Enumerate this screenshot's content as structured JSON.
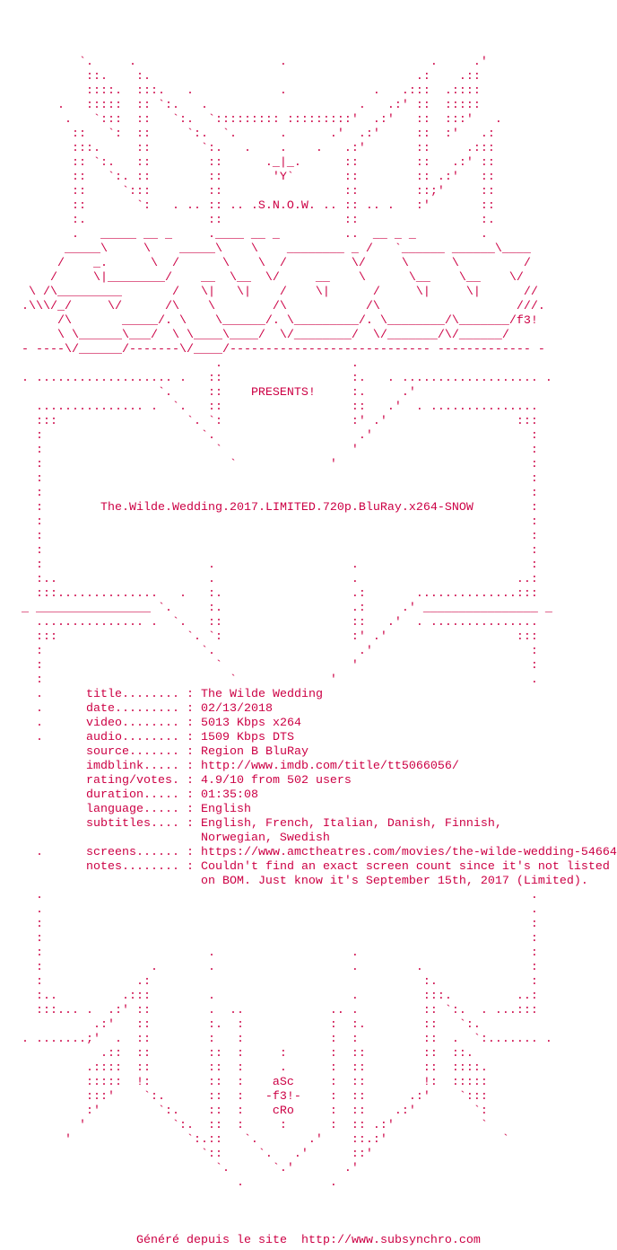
{
  "colors": {
    "text": "#cc0044",
    "background": "#ffffff"
  },
  "art": {
    "top_lines": [
      "           `.     .                    .                    .     .'",
      "            ::.    :.                                     .:    .::",
      "            ::::.  :::.   .            .            .   .:::  .::::",
      "        .   :::::  :: `:.   .                     .   .:' ::  :::::",
      "         .   `:::  ::   `:.  `::::::::: :::::::::'  .:'   ::  :::'   .",
      "          ::   `:  ::     `:.  `.      .      .'  .:'     ::  :'   .:",
      "          :::.     ::       `:.   .    .    .   .:'       ::     .:::",
      "          :: `:.   ::        ::      ._|_.      ::        ::   .:' ::",
      "          ::   `:. ::        ::       'Y`       ::        :: .:'   ::",
      "          ::     `:::        ::                 ::        ::;'     ::",
      "          ::       `:   . .. :: .. .S.N.O.W. .. :: .. .   :'       ::",
      "          :.                 ::                 ::                 :.",
      "          .   _____ __ _     .____ __ _         ..  __ _ _         .",
      "         _____\\     \\    _____\\    \\    ________ _ /   `______ ______\\____",
      "        /    _.      \\  /      \\    \\  /         \\/     \\      \\         /",
      "       /     \\|________/    __  \\__  \\/     __    \\      \\__    \\__    \\/",
      "    \\ /\\_________       /   \\|   \\|    /    \\|      /     \\|     \\|      //",
      "   .\\\\\\/_/     \\/      /\\    \\        /\\           /\\                   ///.",
      "        /\\       _____/. \\    \\______/. \\_________/. \\________/\\_______/f3!",
      "        \\ \\______\\___/  \\ \\____\\____/  \\/________/  \\/_______/\\/______/",
      "   - ----\\/______/-------\\/____/---------------------------- ------------- -",
      "                              .                  .",
      "   . ................... .   ::                  :.   . ................... ."
    ],
    "presents_line": {
      "prefix": "                      `.     ::    ",
      "text": "PRESENTS!",
      "suffix": "     :.     .'"
    },
    "mid_lines": [
      "     ............... .  `.   ::                  ::   .'  . ...............",
      "     :::                  `. `:                  :' .'                  :::",
      "     :                      `.                    .'                      :",
      "     :                        `                  '                        :",
      "     :                          `             '                           :",
      "     :                                                                    :",
      "     :                                                                    :"
    ],
    "release_line": {
      "prefix": "     :        ",
      "name": "The.Wilde.Wedding.2017.LIMITED.720p.BluRay.x264-SNOW",
      "suffix": "        :"
    },
    "box_lines": [
      "     :                                                                    :",
      "     :                                                                    :",
      "     :                                                                    :",
      "     :                       .                   .                        :",
      "     :..                     .                   .                      ..:",
      "     :::..............   .   :.                  .:       ..............:::",
      "   _ ________________ `.     :.                  .:     .' ________________ _",
      "     ............... .  `.   ::                  ::   .'  . ...............",
      "     :::                  `. `:                  :' .'                  :::",
      "     :                      `.                    .'                      :",
      "     :                        `                  '                        :",
      "     :                          `             '                           ."
    ],
    "bottom_lines": [
      "     .                                                                    .",
      "     .                                                                    .",
      "     :                                                                    :",
      "     :                                                                    :",
      "     :                       .                   .                        :",
      "     :               .       .                   .        .               :",
      "     :             .:                                      :.             :",
      "     :..         .:::        .                   .         :::.         ..:",
      "     :::... .  .:' ::        .  ..            .. .         :: `:.  . ...:::",
      "             .:'   ::        :.  :            :  :.        ::   `:.",
      "   . .......;'  .  ::        :   :            :  :         ::  .  `:....... .",
      "              .::  ::        ::  :     :      :  ::        ::  ::.",
      "            .::::  ::        ::  :     .      :  ::        ::  ::::.",
      "            :::::  !:        ::  :    aSc     :  ::        !:  :::::",
      "            :::'    `:.      ::  :   -f3!-    :  ::      .:'    `:::",
      "            :'        `:.    ::  :    cRo     :  ::    .:'        `:",
      "           '            `:.  ::  :     :      :  :: .:'            `",
      "         '                `:.::   `.       .'    ::.:'                `",
      "                            `::     `.   .'      ::'",
      "                              `.      `.'       .'",
      "                                 .            ."
    ]
  },
  "info": {
    "separator": " : ",
    "bullet": ".",
    "fields": [
      {
        "label": "title........",
        "value": "The Wilde Wedding",
        "bullet": true
      },
      {
        "label": "date.........",
        "value": "02/13/2018",
        "bullet": true
      },
      {
        "label": "video........",
        "value": "5013 Kbps x264",
        "bullet": true
      },
      {
        "label": "audio........",
        "value": "1509 Kbps DTS",
        "bullet": true
      },
      {
        "label": "source.......",
        "value": "Region B BluRay",
        "bullet": false
      },
      {
        "label": "imdblink.....",
        "value": "http://www.imdb.com/title/tt5066056/",
        "bullet": false
      },
      {
        "label": "rating/votes.",
        "value": "4.9/10 from 502 users",
        "bullet": false
      },
      {
        "label": "duration.....",
        "value": "01:35:08",
        "bullet": false
      },
      {
        "label": "language.....",
        "value": "English",
        "bullet": false
      },
      {
        "label": "subtitles....",
        "value": "English, French, Italian, Danish, Finnish,",
        "continuation": "Norwegian, Swedish",
        "bullet": false
      },
      {
        "label": "screens......",
        "value": "https://www.amctheatres.com/movies/the-wilde-wedding-54664",
        "bullet": true
      },
      {
        "label": "notes........",
        "value": "Couldn't find an exact screen count since it's not listed",
        "continuation": "on BOM. Just know it's September 15th, 2017 (Limited).",
        "bullet": false
      }
    ]
  },
  "footer": {
    "text": "Généré depuis le site",
    "url": "http://www.subsynchro.com"
  }
}
